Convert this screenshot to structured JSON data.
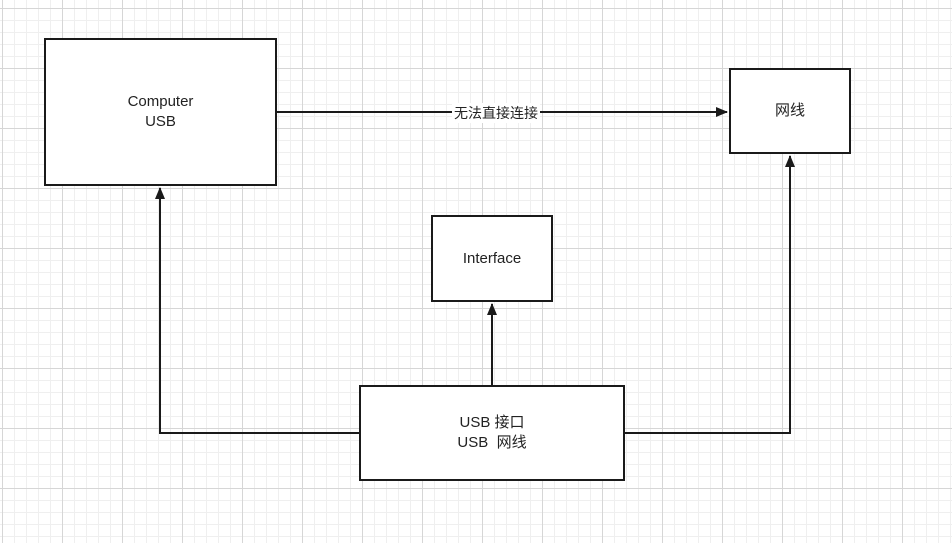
{
  "nodes": {
    "computer": {
      "line1": "Computer",
      "line2": "USB"
    },
    "network_cable": {
      "label": "网线"
    },
    "interface": {
      "label": "Interface"
    },
    "adapter": {
      "line1": "USB 接口",
      "line2": "USB  网线"
    }
  },
  "edges": {
    "computer_to_network_label": "无法直接连接"
  },
  "colors": {
    "stroke": "#1a1a1a",
    "background": "#ffffff",
    "grid": "#d6d6d6"
  }
}
